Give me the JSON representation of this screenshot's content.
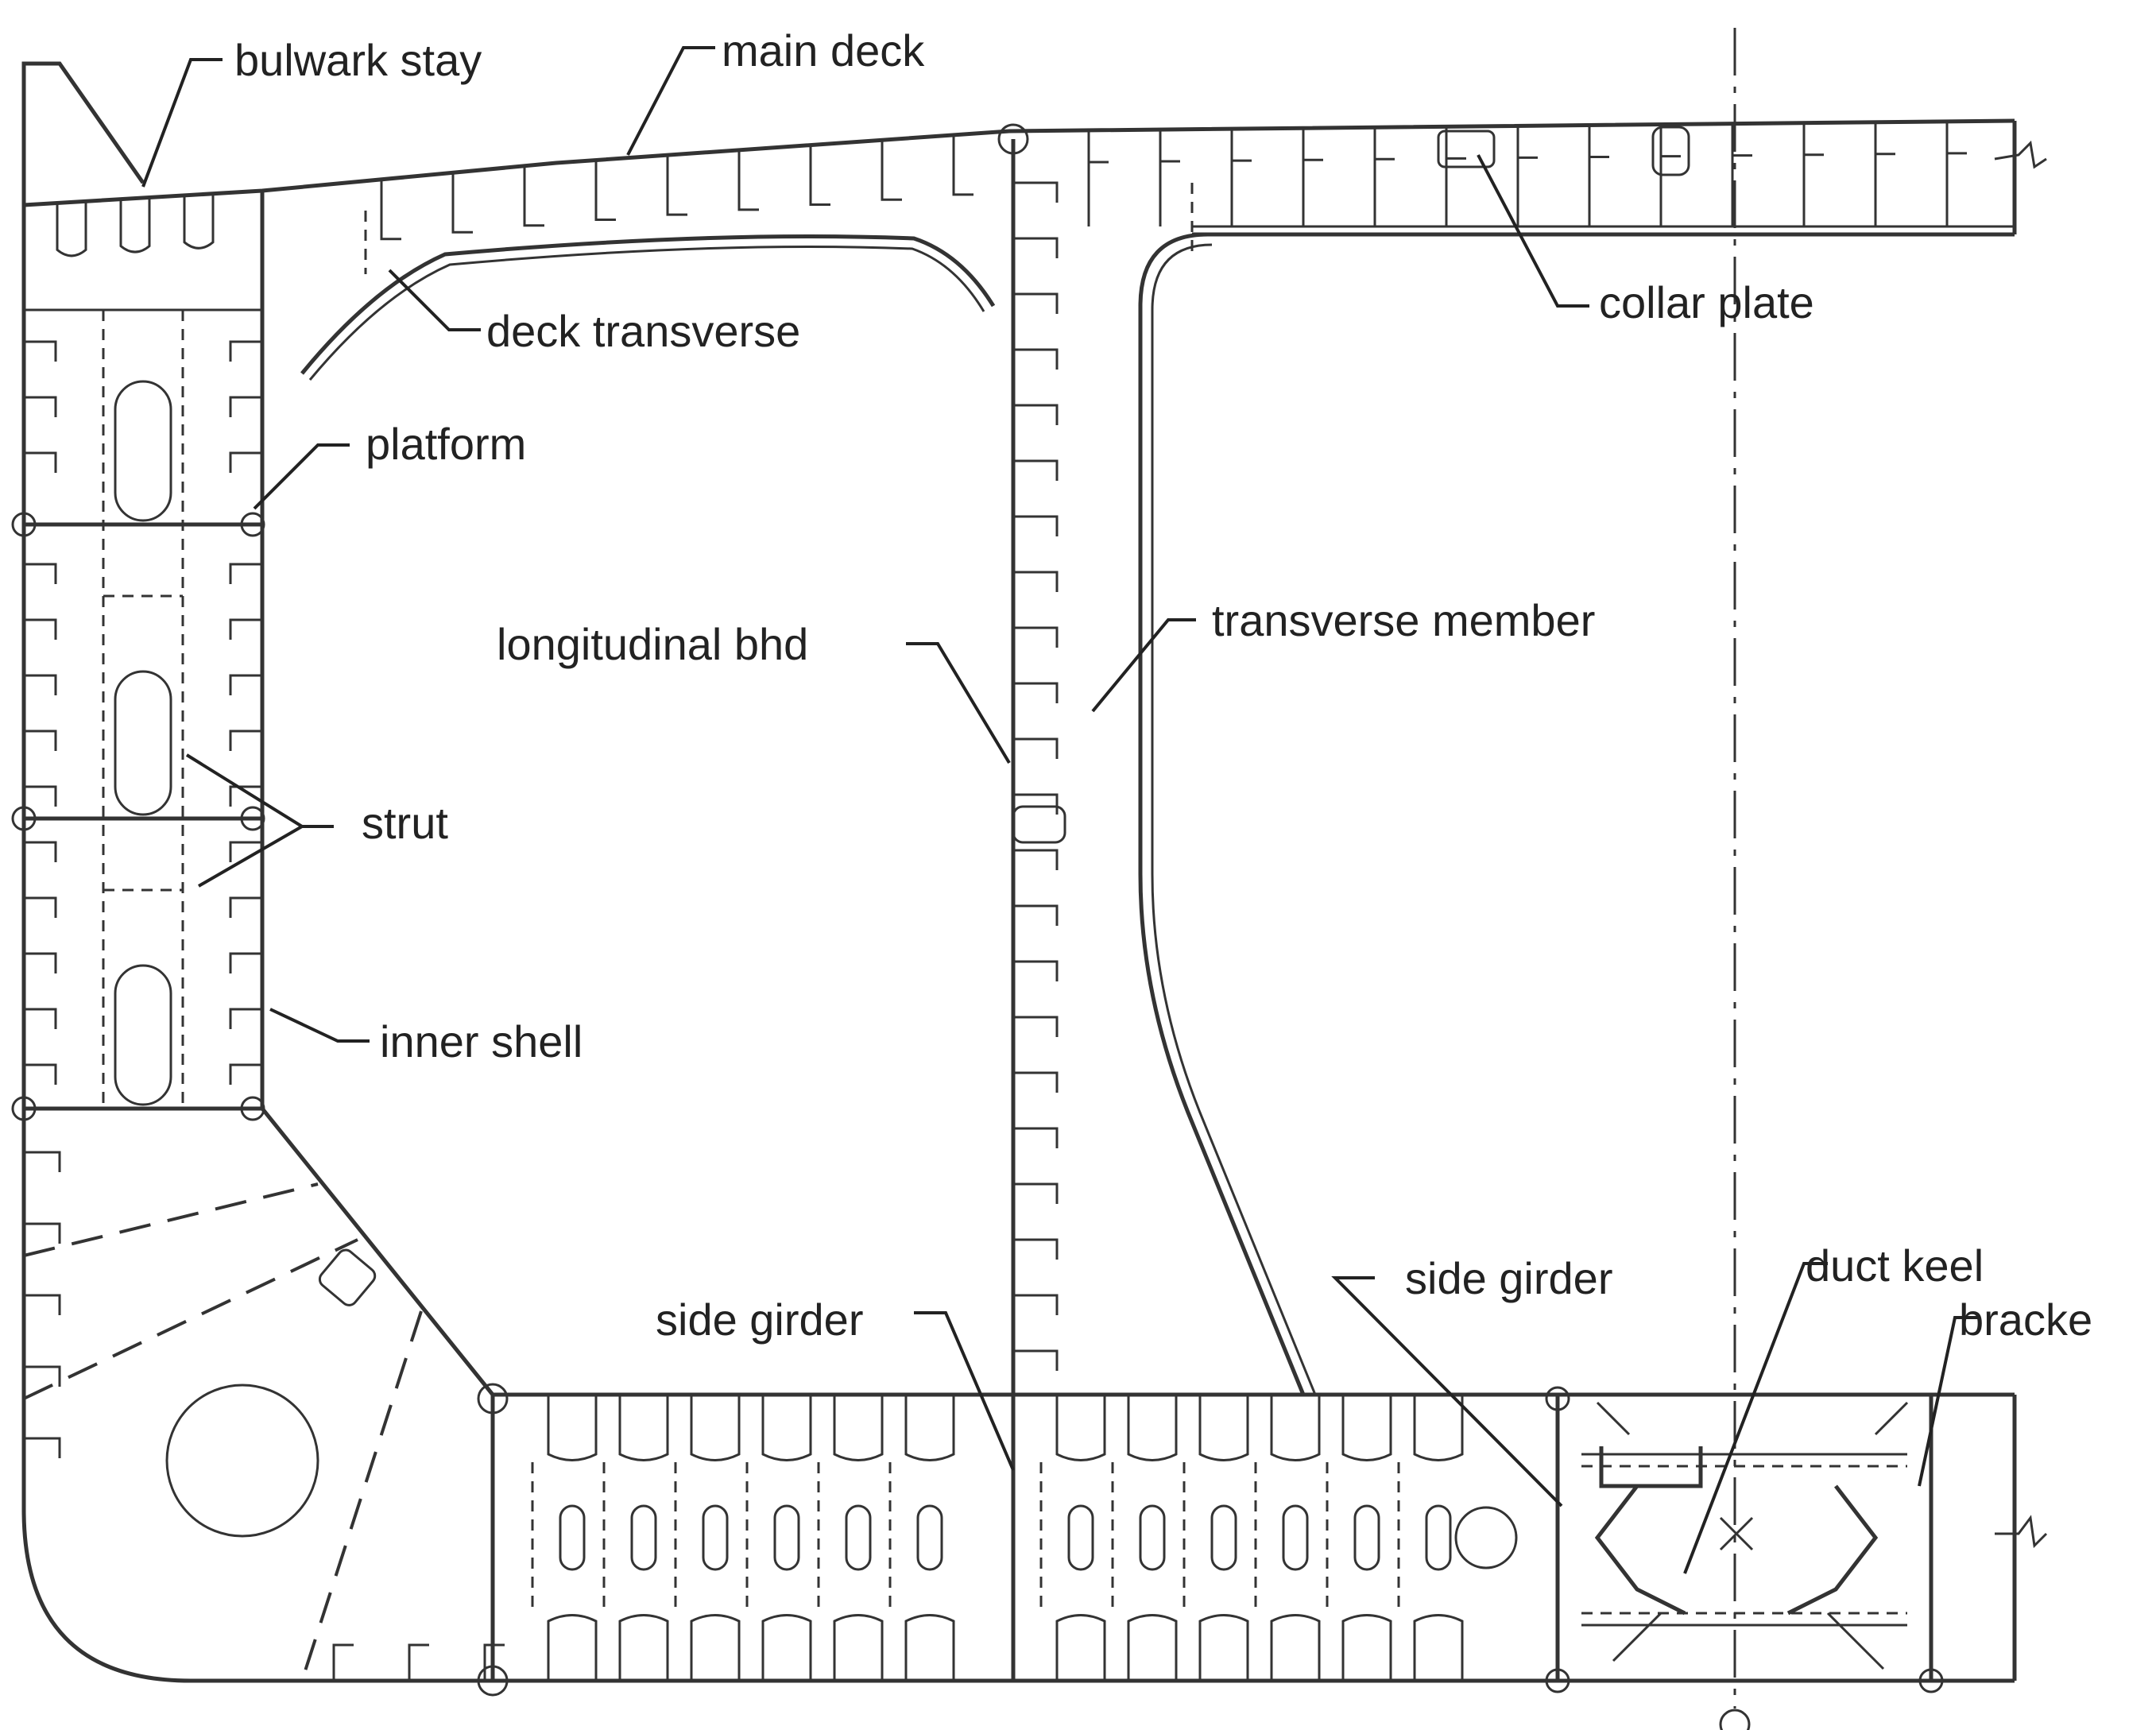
{
  "labels": {
    "bulwark_stay": "bulwark stay",
    "main_deck": "main deck",
    "collar_plate": "collar plate",
    "deck_transverse": "deck transverse",
    "platform": "platform",
    "longitudinal_bhd": "longitudinal bhd",
    "transverse_member": "transverse member",
    "strut": "strut",
    "inner_shell": "inner shell",
    "side_girder_left": "side girder",
    "side_girder_right": "side girder",
    "duct_keel": "duct keel",
    "bracket": "bracke"
  },
  "colors": {
    "line": "#333333",
    "text": "#222222",
    "background": "#ffffff"
  }
}
